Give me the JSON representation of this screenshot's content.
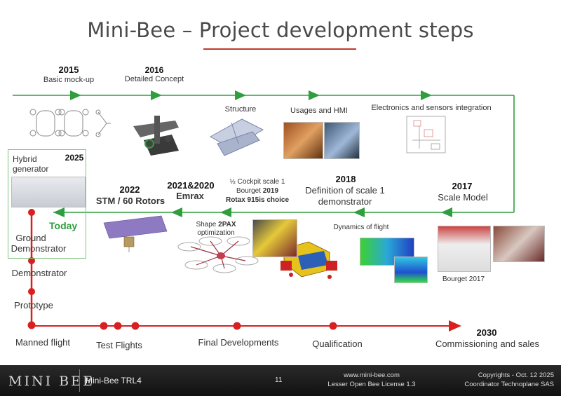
{
  "title": "Mini-Bee – Project development steps",
  "colors": {
    "green": "#2e9e3e",
    "red": "#d82020",
    "title_underline": "#c0392b",
    "today": "#2e9e3e"
  },
  "top_row": {
    "y2015": "2015",
    "basic_mockup": "Basic mock-up",
    "y2016": "2016",
    "detailed_concept": "Detailed Concept",
    "structure": "Structure",
    "usages_hmi": "Usages and HMI",
    "electronics": "Electronics and sensors integration"
  },
  "middle_row": {
    "hybrid_generator": "Hybrid generator",
    "y2025": "2025",
    "y2022": "2022",
    "stm": "STM / 60 Rotors",
    "y2021_2020": "2021&2020",
    "emrax": "Emrax",
    "cockpit_line1": "½ Cockpit scale 1",
    "cockpit_line2_prefix": "Bourget ",
    "cockpit_line2_year": "2019",
    "rotax": "Rotax 915is choice",
    "y2018": "2018",
    "definition_line1": "Definition of scale 1",
    "definition_line2": "demonstrator",
    "y2017": "2017",
    "scale_model": "Scale Model",
    "today": "Today",
    "shape_prefix": "Shape ",
    "shape_bold": "2PAX",
    "shape_line2": "optimization",
    "dynamics": "Dynamics of flight",
    "bourget2017": "Bourget 2017"
  },
  "left_column": {
    "ground_line1": "Ground",
    "ground_line2": "Demonstrator",
    "demonstrator": "Demonstrator",
    "prototype": "Prototype",
    "manned_flight": "Manned flight"
  },
  "bottom_row": {
    "test_flights": "Test Flights",
    "final_developments": "Final Developments",
    "qualification": "Qualification",
    "y2030": "2030",
    "commissioning": "Commissioning and sales"
  },
  "footer": {
    "logo": "MINI BEE",
    "trl": "Mini-Bee TRL4",
    "page": "11",
    "url": "www.mini-bee.com",
    "license": "Lesser Open Bee License 1.3",
    "copyright": "Copyrights - Oct. 12 2025",
    "coordinator": "Coordinator Technoplane SAS"
  }
}
